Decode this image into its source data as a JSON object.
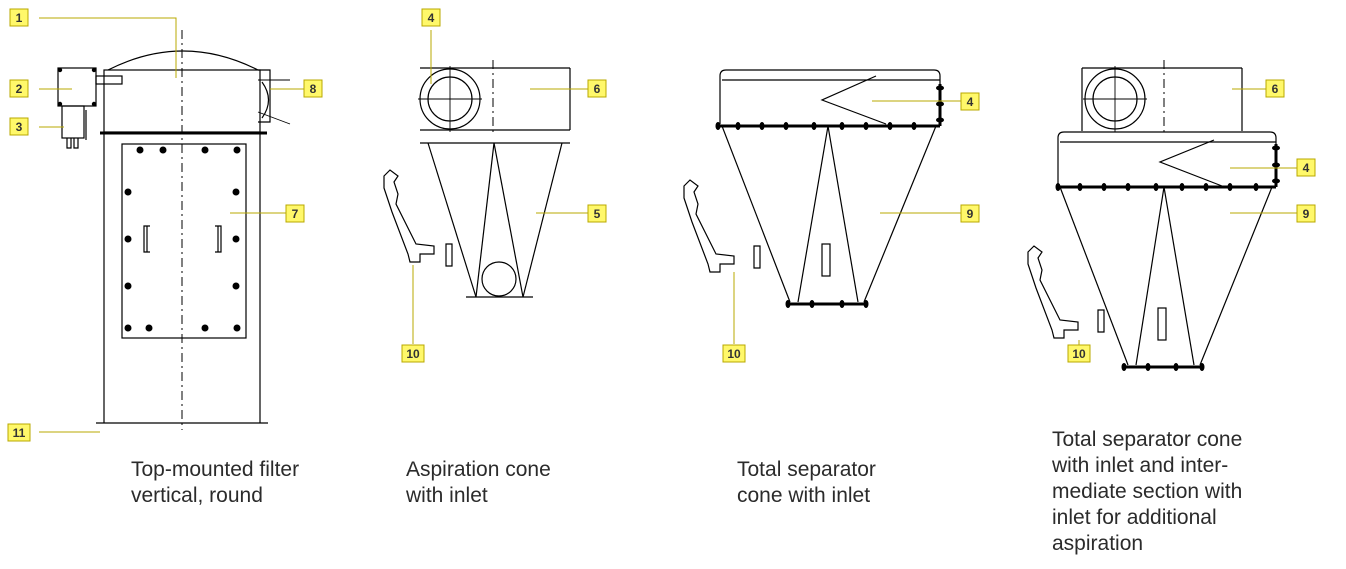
{
  "diagram": {
    "callouts": [
      "1",
      "2",
      "3",
      "4",
      "5",
      "6",
      "7",
      "8",
      "9",
      "10",
      "11"
    ]
  },
  "captions": {
    "filter": [
      "Top-mounted filter",
      "vertical, round"
    ],
    "aspiration": [
      "Aspiration cone",
      "with inlet"
    ],
    "separator": [
      "Total separator",
      "cone with inlet"
    ],
    "intermediate": [
      "Total separator cone",
      "with inlet and inter-",
      "mediate section with",
      "inlet for additional",
      "aspiration"
    ]
  },
  "colors": {
    "callout_fill": "#fff86a",
    "callout_border": "#b8a800",
    "text": "#2b2b2b"
  }
}
